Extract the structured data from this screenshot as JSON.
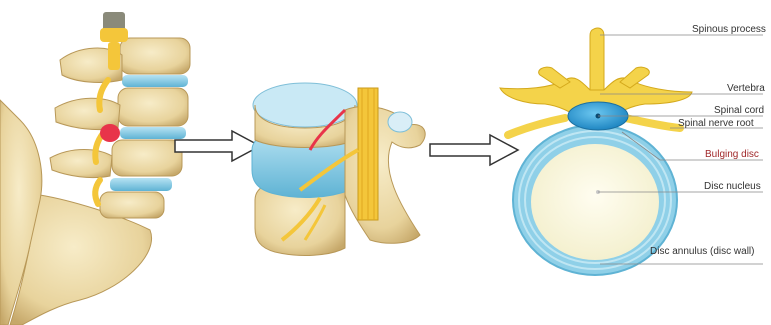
{
  "labels": {
    "spinous_process": "Spinous process",
    "vertebra": "Vertebra",
    "spinal_cord": "Spinal cord",
    "spinal_nerve_root": "Spinal nerve root",
    "bulging_disc": "Bulging disc",
    "disc_nucleus": "Disc nucleus",
    "disc_annulus": "Disc annulus (disc wall)"
  },
  "colors": {
    "bone": "#efdfb0",
    "bone_shadow": "#c9ad6e",
    "disc": "#8fd0e8",
    "disc_dark": "#5fb3d4",
    "nerve": "#f4c63a",
    "cord": "#3aa8dc",
    "bulge": "#e8344a",
    "label_red": "#a0282a",
    "leader": "#888888"
  },
  "icons": [
    "arrow-right-outline-icon",
    "arrow-right-outline-icon"
  ]
}
